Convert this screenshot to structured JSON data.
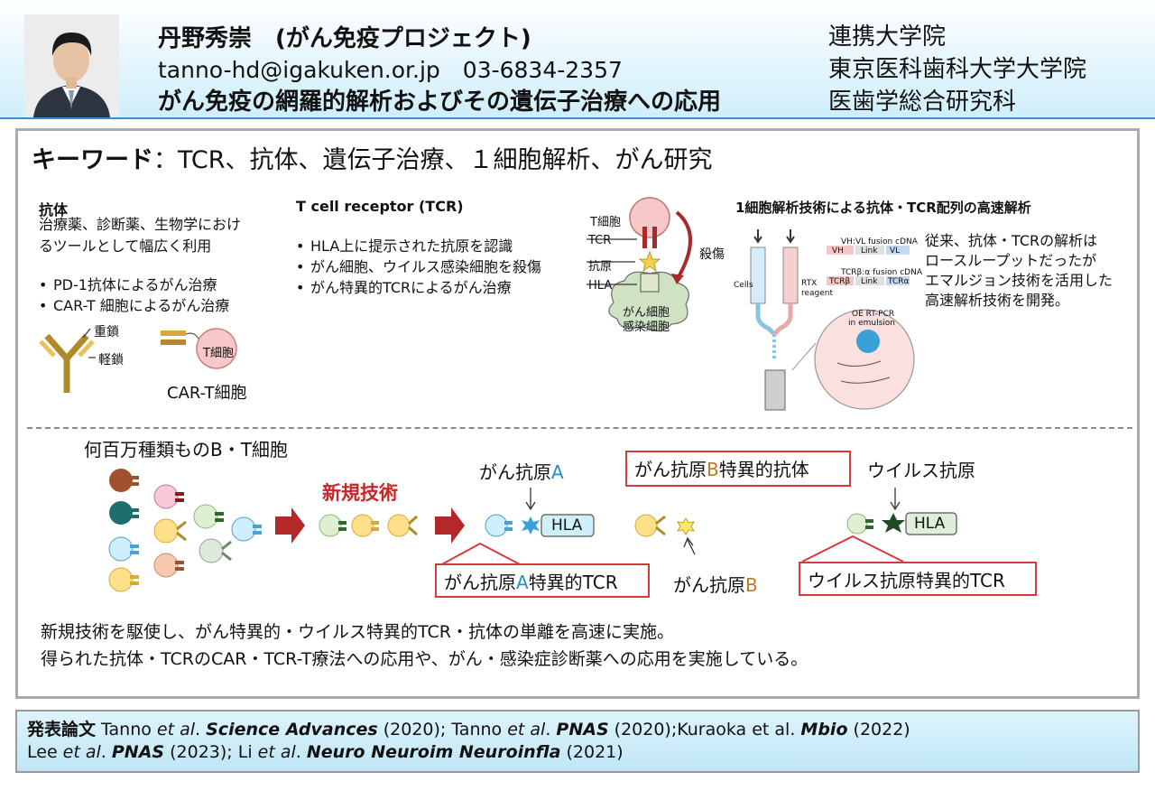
{
  "header": {
    "name": "丹野秀崇　(がん免疫プロジェクト)",
    "contact": "tanno-hd@igakuken.or.jp　03-6834-2357",
    "theme": "がん免疫の網羅的解析およびその遺伝子治療への応用",
    "affiliation": [
      "連携大学院",
      "東京医科歯科大学大学院",
      "医歯学総合研究科"
    ]
  },
  "keywords": {
    "label": "キーワード",
    "sep": "：",
    "text": "TCR、抗体、遺伝子治療、１細胞解析、がん研究"
  },
  "antibody": {
    "title": "抗体",
    "desc": [
      "治療薬、診断薬、生物学におけ",
      "るツールとして幅広く利用"
    ],
    "bullets": [
      "PD-1抗体によるがん治療",
      "CAR-T 細胞によるがん治療"
    ],
    "heavy_chain": "重鎖",
    "light_chain": "軽鎖",
    "cart_tcell": "T細胞",
    "cart_label": "CAR-T細胞"
  },
  "tcr": {
    "title": "T cell receptor (TCR)",
    "bullets": [
      "HLA上に提示された抗原を認識",
      "がん細胞、ウイルス感染細胞を殺傷",
      "がん特異的TCRによるがん治療"
    ],
    "tcell": "T細胞",
    "tcr": "TCR",
    "antigen": "抗原",
    "hla": "HLA",
    "kill": "殺傷",
    "target1": "がん細胞",
    "target2": "感染細胞"
  },
  "single_cell": {
    "title": "1細胞解析技術による抗体・TCR配列の高速解析",
    "desc": [
      "従来、抗体・TCRの解析は",
      "ロースループットだったが",
      "エマルジョン技術を活用した",
      "高速解析技術を開発。"
    ],
    "vhvl_title": "VH:VL fusion cDNA",
    "vh": "VH",
    "link": "Link",
    "vl": "VL",
    "tcr_title": "TCRβ:α fusion cDNA",
    "tcrb": "TCRβ",
    "tcra": "TCRα",
    "cells": "Cells",
    "rtx": [
      "RTX",
      "reagent"
    ],
    "oe": [
      "OE RT-PCR",
      "in emulsion"
    ]
  },
  "bottom": {
    "millions": "何百万種類ものB・T細胞",
    "new_tech": "新規技術",
    "antigen_a_prefix": "がん抗原",
    "antigen_a_letter": "A",
    "hla": "HLA",
    "ab_callout_prefix": "がん抗原",
    "ab_callout_letter": "B",
    "ab_callout_suffix": "特異的抗体",
    "virus_antigen": "ウイルス抗原",
    "tcr_a_prefix": "がん抗原",
    "tcr_a_letter": "A",
    "tcr_a_suffix": "特異的TCR",
    "antigen_b_prefix": "がん抗原",
    "antigen_b_letter": "B",
    "virus_tcr": "ウイルス抗原特異的TCR"
  },
  "summary": [
    "新規技術を駆使し、がん特異的・ウイルス特異的TCR・抗体の単離を高速に実施。",
    "得られた抗体・TCRのCAR・TCR-T療法への応用や、がん・感染症診断薬への応用を実施している。"
  ],
  "publications": {
    "label": "発表論文",
    "line1": [
      {
        "t": " Tanno ",
        "s": ""
      },
      {
        "t": "et al",
        "s": "i"
      },
      {
        "t": ". ",
        "s": ""
      },
      {
        "t": "Science Advances",
        "s": "bi"
      },
      {
        "t": " (2020); Tanno ",
        "s": ""
      },
      {
        "t": "et al",
        "s": "i"
      },
      {
        "t": ". ",
        "s": ""
      },
      {
        "t": "PNAS",
        "s": "bi"
      },
      {
        "t": " (2020);Kuraoka et al. ",
        "s": ""
      },
      {
        "t": "Mbio",
        "s": "bi"
      },
      {
        "t": " (2022)",
        "s": ""
      }
    ],
    "line2": [
      {
        "t": "Lee ",
        "s": ""
      },
      {
        "t": "et al",
        "s": "i"
      },
      {
        "t": ". ",
        "s": ""
      },
      {
        "t": "PNAS",
        "s": "bi"
      },
      {
        "t": " (2023); Li ",
        "s": ""
      },
      {
        "t": "et al",
        "s": "i"
      },
      {
        "t": ". ",
        "s": ""
      },
      {
        "t": "Neuro Neuroim Neuroinfla",
        "s": "bi"
      },
      {
        "t": " (2021)",
        "s": ""
      }
    ]
  },
  "colors": {
    "header_border": "#3a8fc9",
    "accent_red": "#c62828",
    "callout_border": "#d43c3c",
    "antigen_a_blue": "#1e90c8",
    "antigen_b_brown": "#c0772b"
  }
}
